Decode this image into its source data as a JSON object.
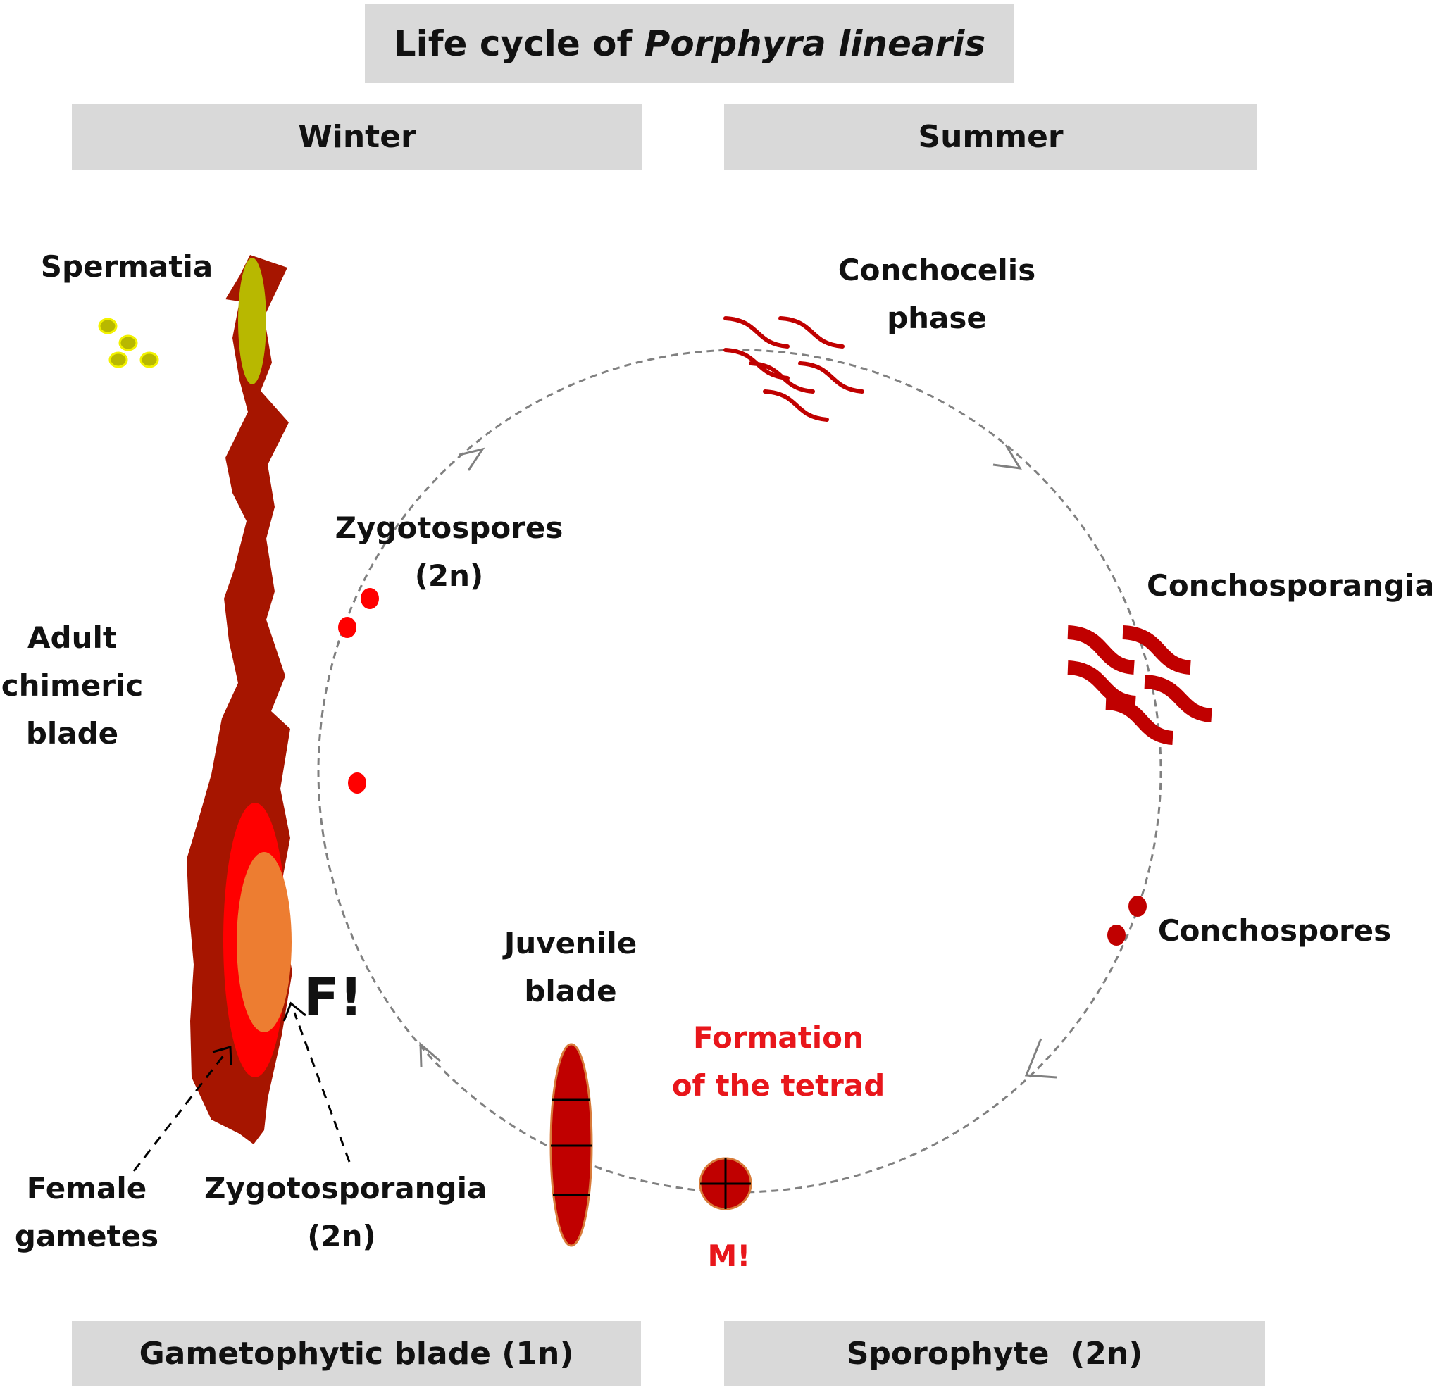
{
  "title": {
    "prefix": "Life cycle of ",
    "italic": "Porphyra linearis"
  },
  "headers": {
    "left": "Winter",
    "right": "Summer"
  },
  "footers": {
    "left": "Gametophytic blade (1n)",
    "right": "Sporophyte  (2n)"
  },
  "labels": {
    "spermatia": "Spermatia",
    "adult_blade": [
      "Adult",
      "chimeric",
      "blade"
    ],
    "zygotospores": [
      "Zygotospores",
      "(2n)"
    ],
    "conchocelis": [
      "Conchocelis",
      "phase"
    ],
    "conchosporangia": "Conchosporangia",
    "conchospores": "Conchospores",
    "juvenile_blade": [
      "Juvenile",
      "blade"
    ],
    "tetrad": [
      "Formation",
      "of the tetrad"
    ],
    "meiosis_mark": "M!",
    "fertilization_mark": "F!",
    "female_gametes": [
      "Female",
      "gametes"
    ],
    "zygotosporangia": [
      "Zygotosporangia",
      "(2n)"
    ]
  },
  "colors": {
    "blade": "#a61500",
    "spermatia": "#b8b800",
    "spermatia_outline": "#f2f200",
    "zygote_red": "#ff0000",
    "zygote_orange": "#ed7d31",
    "sporophyte_red": "#c00000",
    "cycle_line": "#808080",
    "accent_text": "#e8161b",
    "box_fill": "#d9d9d9"
  }
}
